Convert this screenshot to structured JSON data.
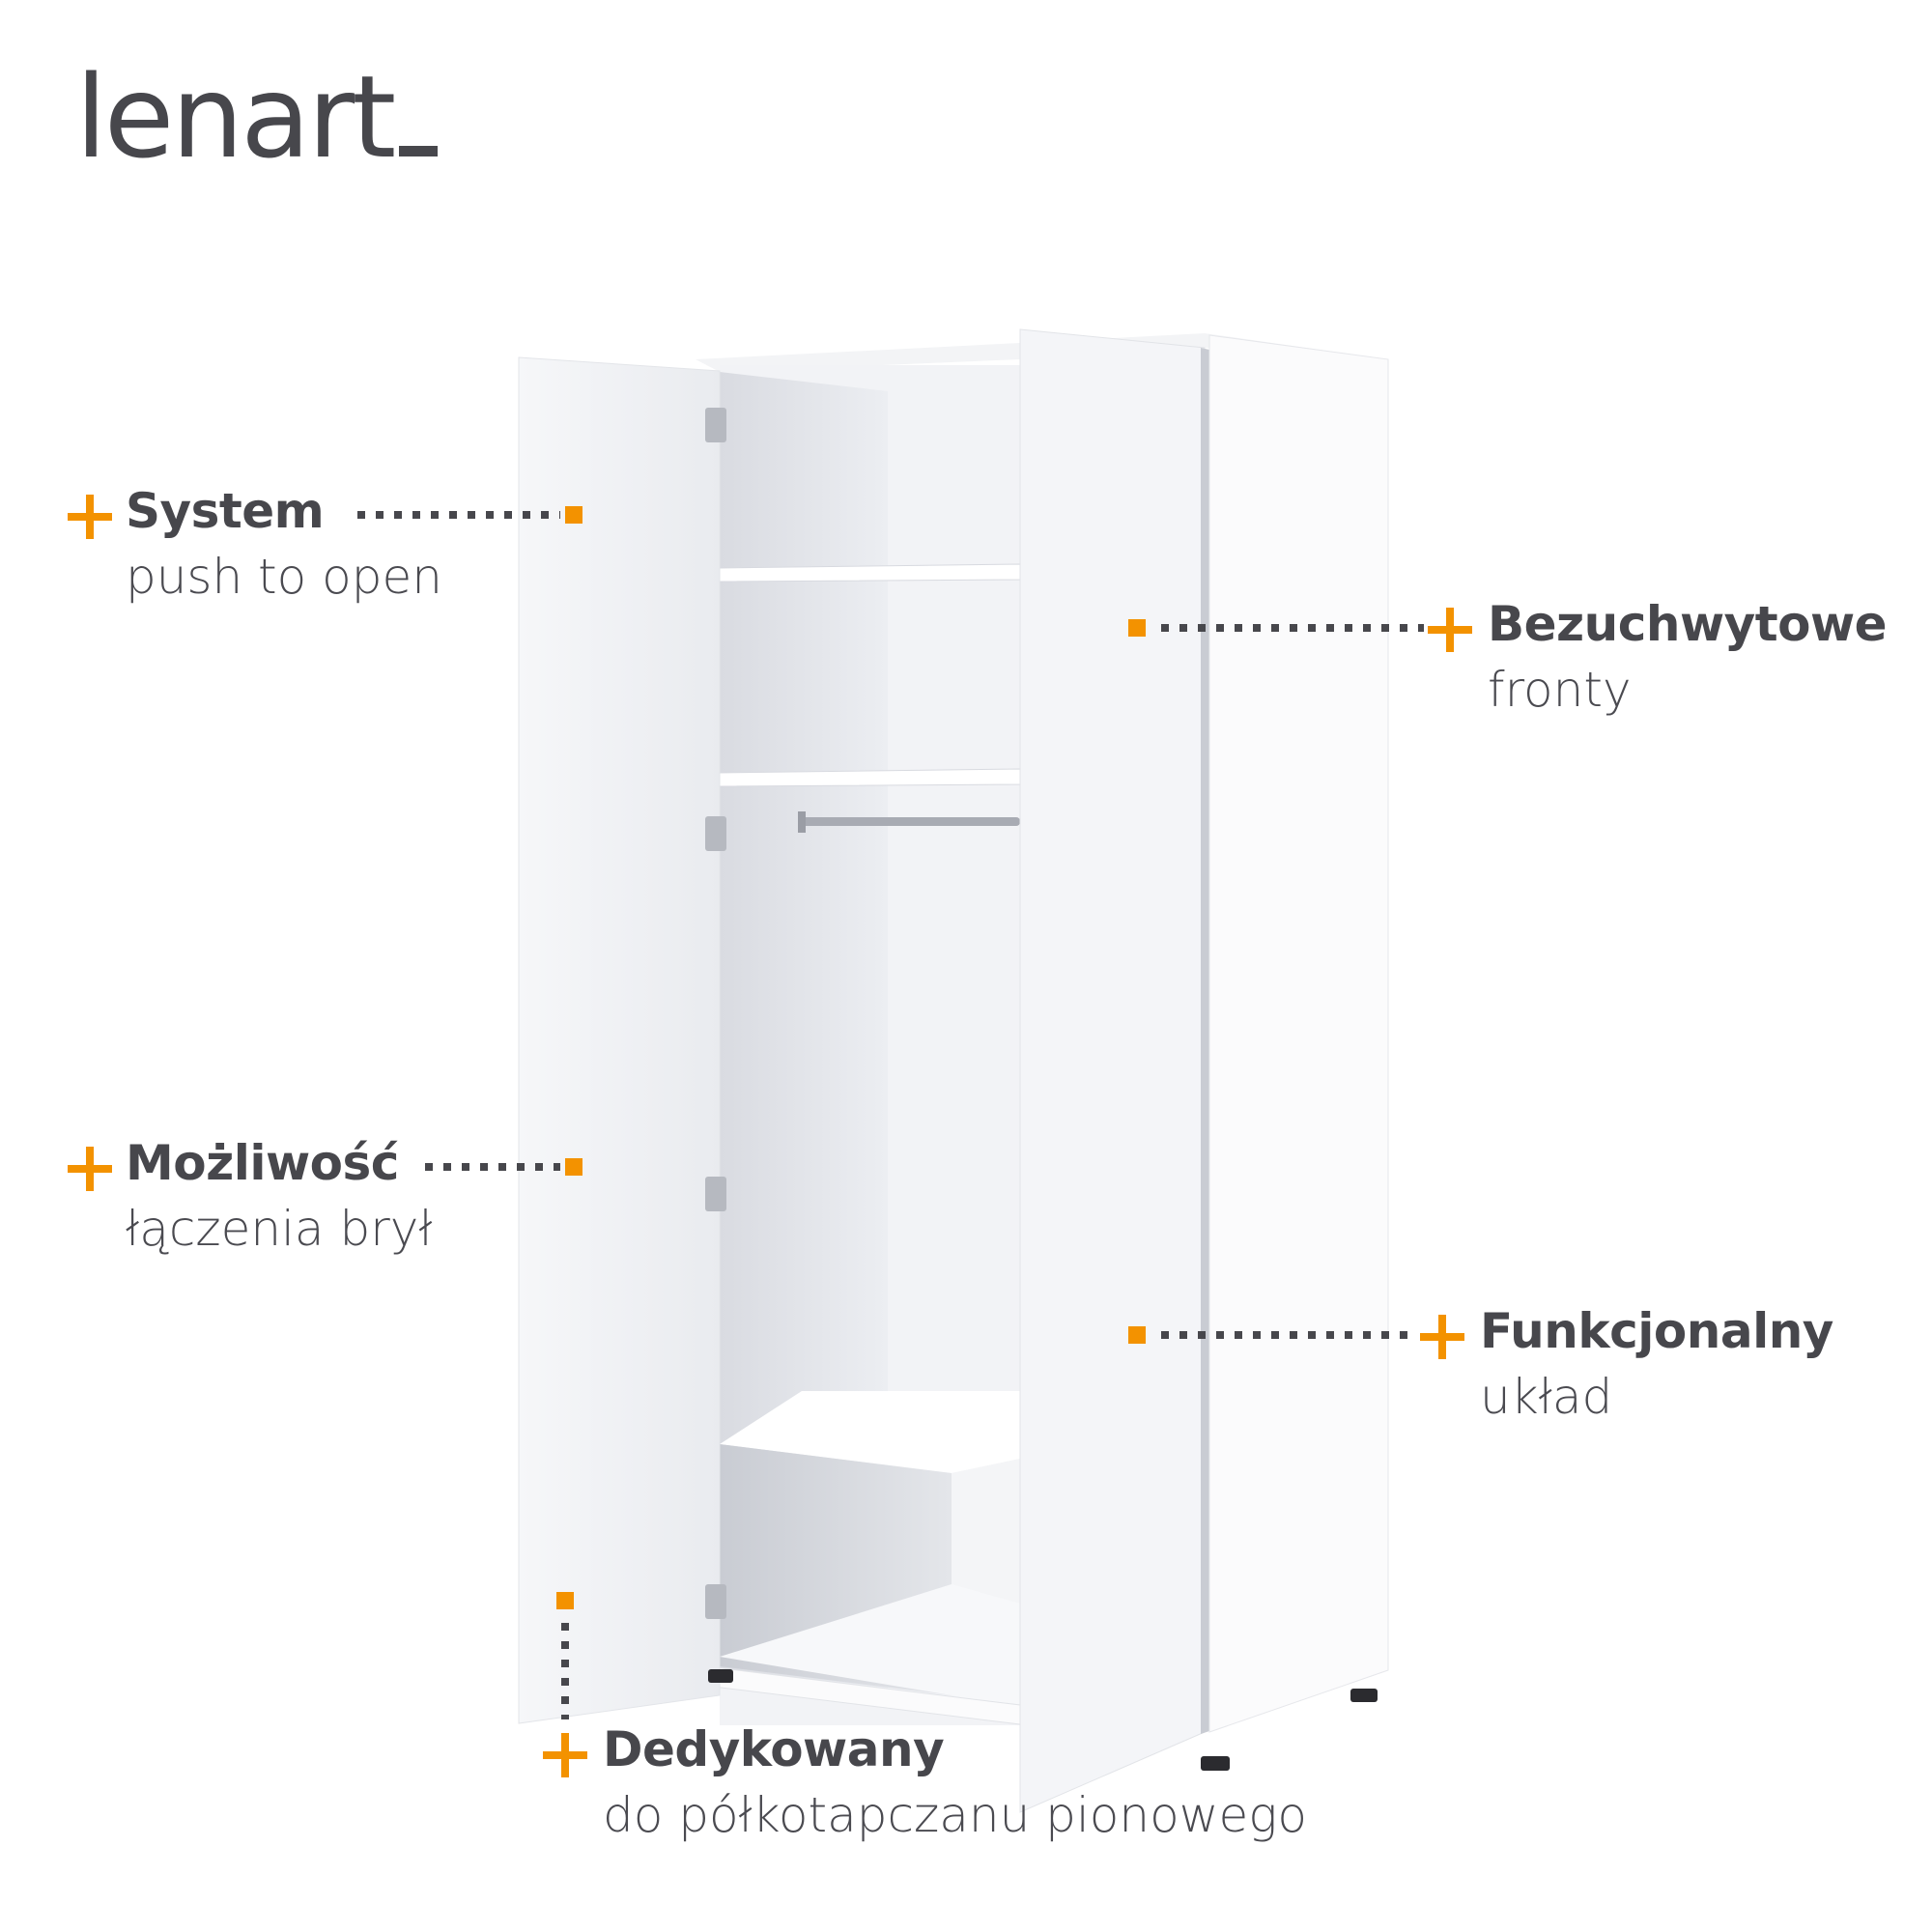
{
  "brand": {
    "logo": "lenart"
  },
  "colors": {
    "accent": "#f39200",
    "text": "#47474c"
  },
  "callouts": [
    {
      "title": "System",
      "subtitle": "push to open",
      "icon": "plus-icon"
    },
    {
      "title": "Bezuchwytowe",
      "subtitle": "fronty",
      "icon": "plus-icon"
    },
    {
      "title": "Możliwość",
      "subtitle": "łączenia brył",
      "icon": "plus-icon"
    },
    {
      "title": "Funkcjonalny",
      "subtitle": "układ",
      "icon": "plus-icon"
    },
    {
      "title": "Dedykowany",
      "subtitle": "do półkotapczanu pionowego",
      "icon": "plus-icon"
    }
  ]
}
